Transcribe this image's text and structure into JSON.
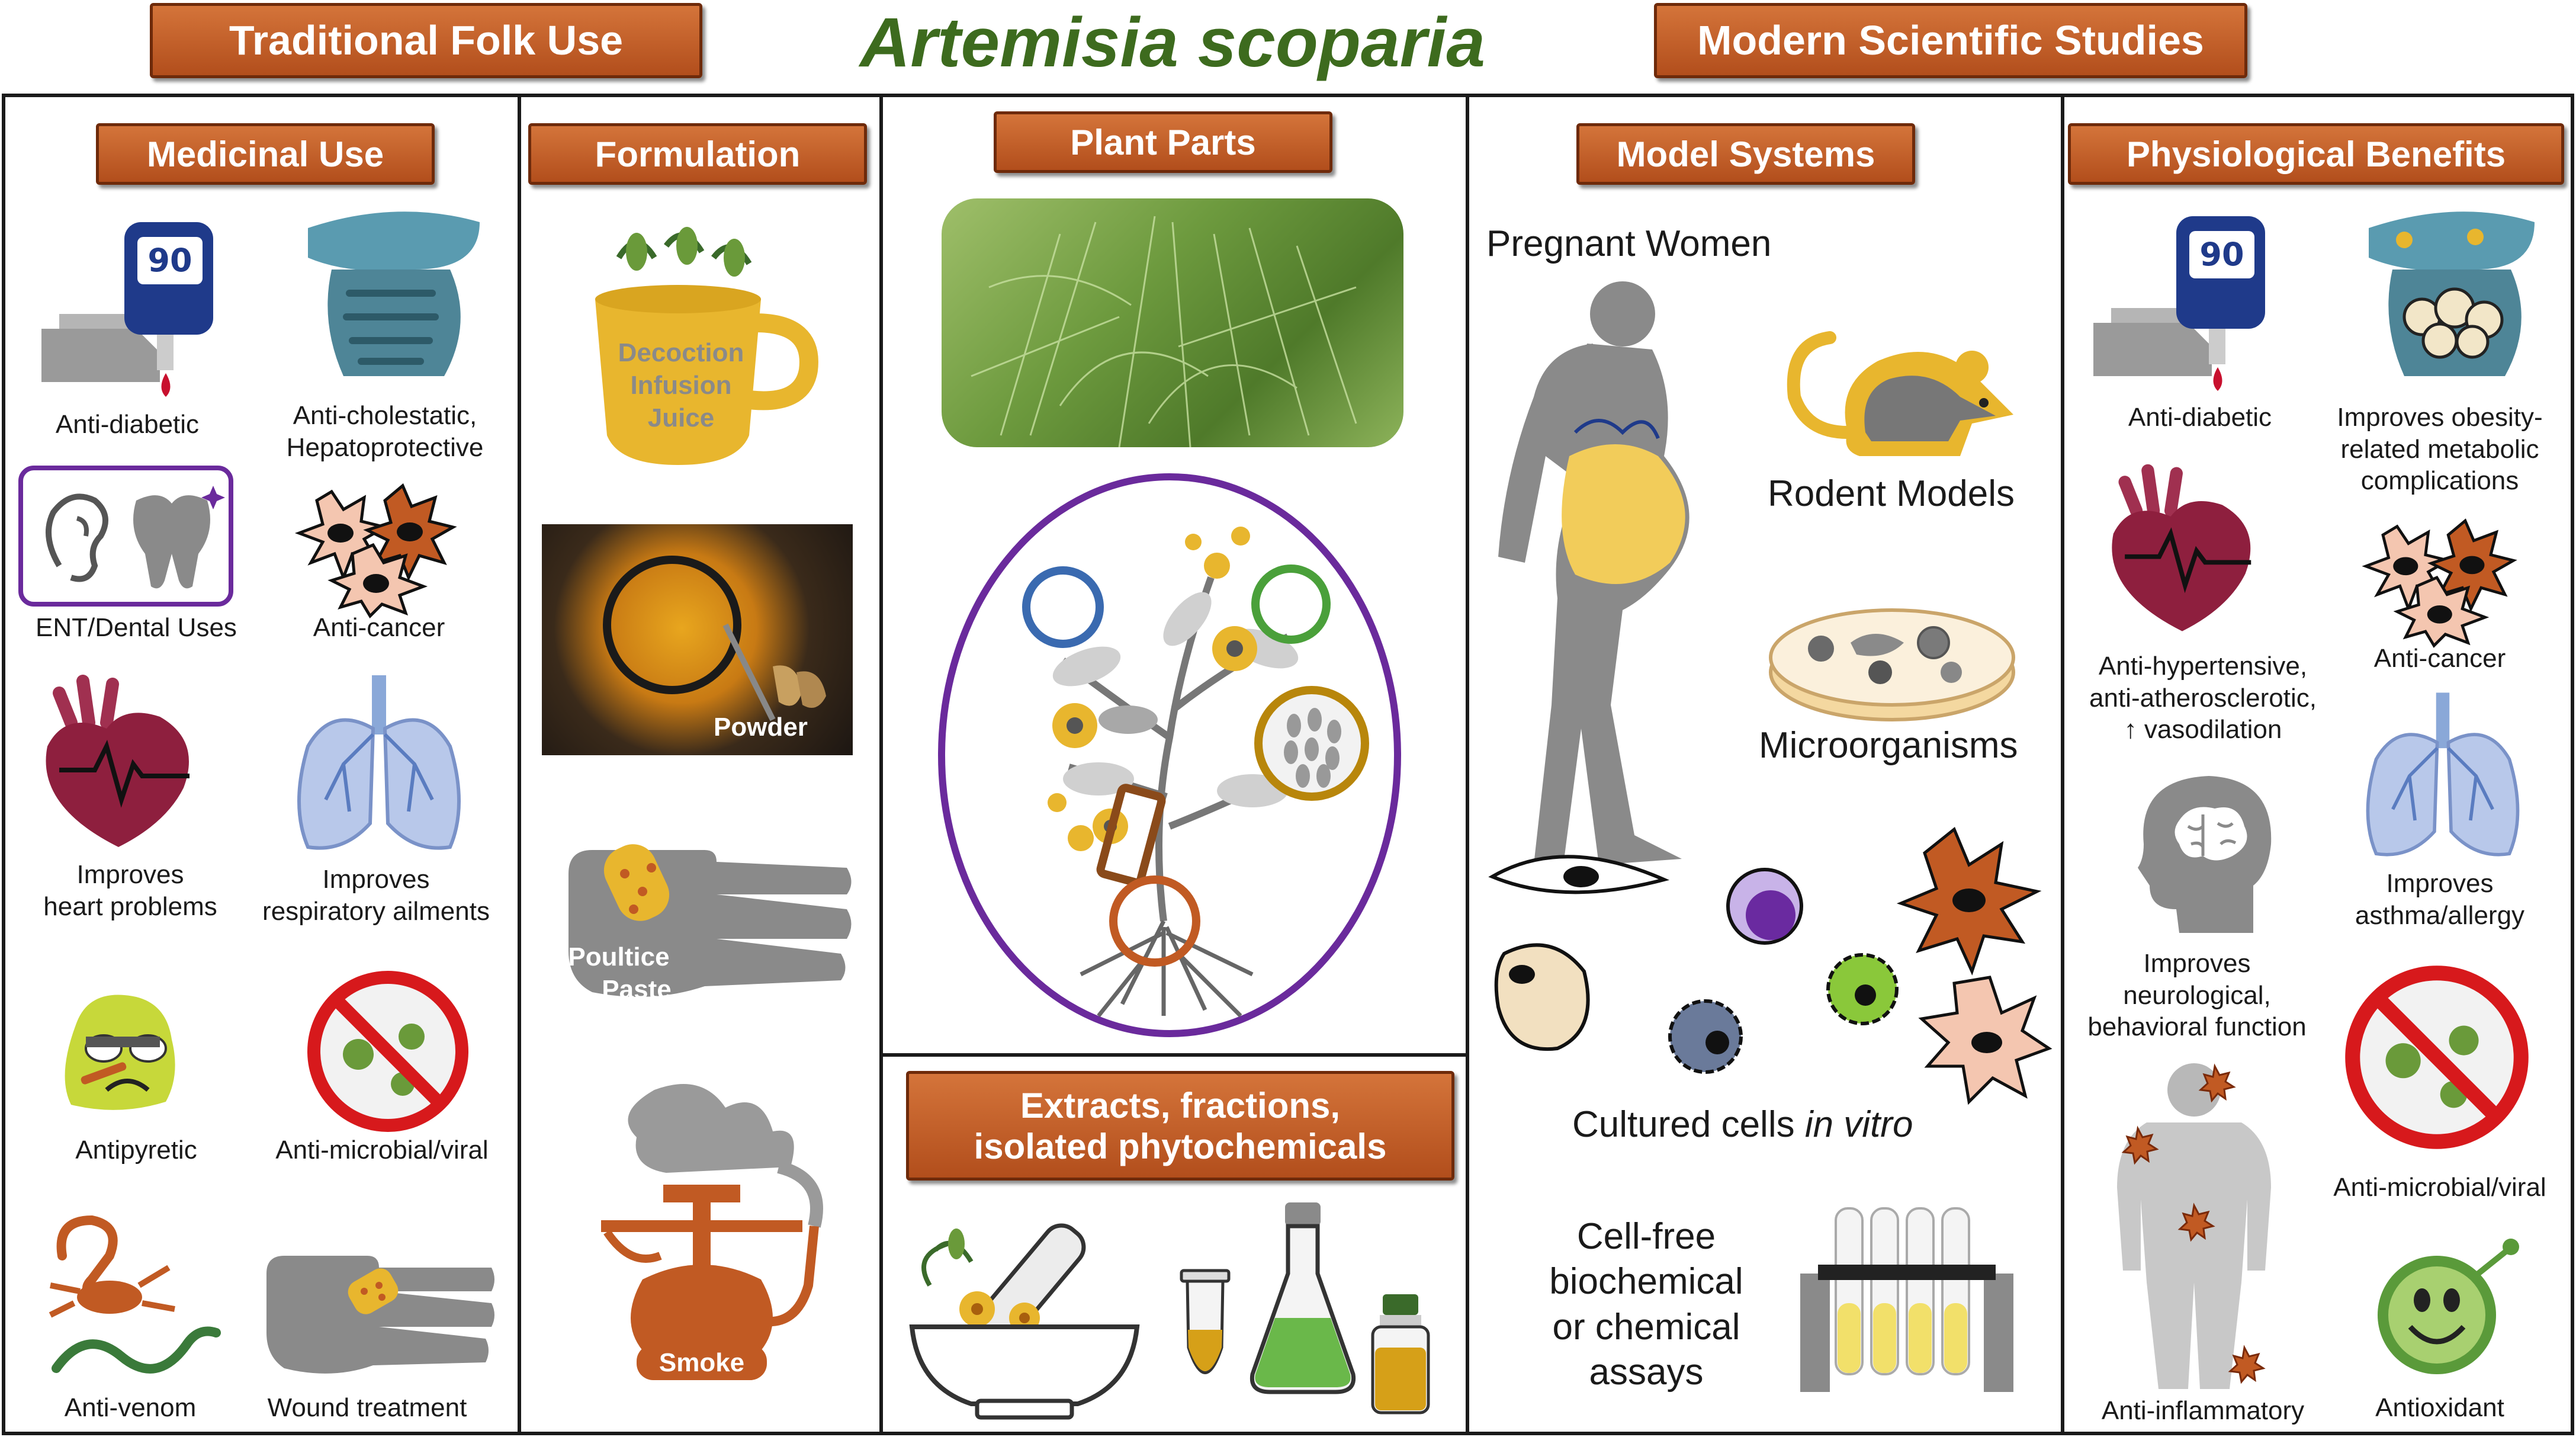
{
  "title": "Artemisia scoparia",
  "banners": {
    "folk": "Traditional Folk Use",
    "modern": "Modern Scientific Studies"
  },
  "sections": {
    "medicinal": "Medicinal Use",
    "formulation": "Formulation",
    "plant_parts": "Plant Parts",
    "extracts_line1": "Extracts, fractions,",
    "extracts_line2": "isolated phytochemicals",
    "models": "Model Systems",
    "benefits": "Physiological Benefits"
  },
  "medicinal": {
    "anti_diabetic": "Anti-diabetic",
    "anti_cholestatic_1": "Anti-cholestatic,",
    "anti_cholestatic_2": "Hepatoprotective",
    "ent": "ENT/Dental Uses",
    "anti_cancer": "Anti-cancer",
    "heart_1": "Improves",
    "heart_2": "heart problems",
    "resp_1": "Improves",
    "resp_2": "respiratory ailments",
    "antipyretic": "Antipyretic",
    "antimicrobial": "Anti-microbial/viral",
    "antivenom": "Anti-venom",
    "wound": "Wound treatment",
    "glucometer_reading": "90"
  },
  "formulation": {
    "cup_1": "Decoction",
    "cup_2": "Infusion",
    "cup_3": "Juice",
    "powder": "Powder",
    "poultice_1": "Poultice",
    "poultice_2": "Paste",
    "smoke": "Smoke"
  },
  "models": {
    "pregnant": "Pregnant Women",
    "rodent": "Rodent Models",
    "micro": "Microorganisms",
    "cultured_prefix": "Cultured cells ",
    "cultured_italic": "in vitro",
    "cellfree_1": "Cell-free",
    "cellfree_2": "biochemical",
    "cellfree_3": "or chemical",
    "cellfree_4": "assays"
  },
  "benefits": {
    "anti_diabetic": "Anti-diabetic",
    "obesity_1": "Improves obesity-",
    "obesity_2": "related metabolic",
    "obesity_3": "complications",
    "hyper_1": "Anti-hypertensive,",
    "hyper_2": "anti-atherosclerotic,",
    "hyper_3": "↑ vasodilation",
    "anti_cancer": "Anti-cancer",
    "asthma_1": "Improves",
    "asthma_2": "asthma/allergy",
    "neuro_1": "Improves",
    "neuro_2": "neurological,",
    "neuro_3": "behavioral function",
    "antimicrobial": "Anti-microbial/viral",
    "inflammatory": "Anti-inflammatory",
    "antioxidant": "Antioxidant",
    "glucometer_reading": "90"
  },
  "colors": {
    "accent_orange": "#c15a23",
    "title_green": "#3d6b1e",
    "ring_purple": "#6a2a9c",
    "mustard": "#e8b62e"
  }
}
